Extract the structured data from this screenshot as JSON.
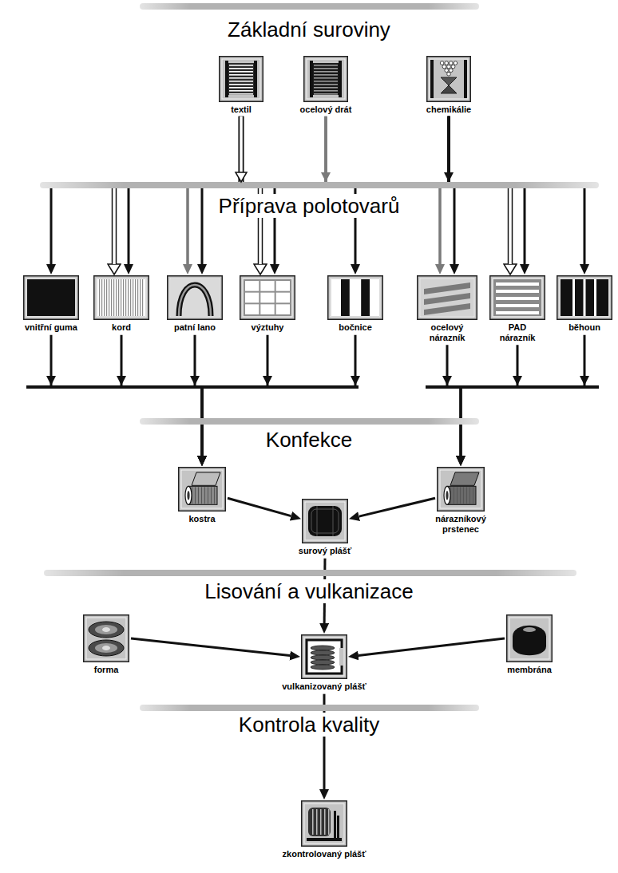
{
  "diagram": {
    "nodes": [
      {
        "text": [
          "textil"
        ]
      },
      {
        "text": [
          "ocelový drát"
        ]
      },
      {
        "text": [
          "chemikálie"
        ]
      },
      {
        "text": [
          "vnitřní guma"
        ]
      },
      {
        "text": [
          "kord"
        ]
      },
      {
        "text": [
          "patní lano"
        ]
      },
      {
        "text": [
          "výztuhy"
        ]
      },
      {
        "text": [
          "bočnice"
        ]
      },
      {
        "text": [
          "ocelový nárazník"
        ]
      },
      {
        "text": [
          "PAD nárazník"
        ]
      },
      {
        "text": [
          "běhoun"
        ]
      },
      {
        "text": [
          "kostra"
        ]
      },
      {
        "text": [
          "nárazníkový prstenec"
        ]
      },
      {
        "text": [
          "surový plášť"
        ]
      },
      {
        "text": [
          "forma"
        ]
      },
      {
        "text": [
          "membrána"
        ]
      },
      {
        "text": [
          "vulkanizovaný plášť"
        ]
      },
      {
        "text": [
          "zkontrolovaný plášť"
        ]
      }
    ],
    "edges": [
      {
        "from": 0,
        "to": 4,
        "arrow": "to"
      },
      {
        "from": 0,
        "to": 6,
        "arrow": "to"
      },
      {
        "from": 0,
        "to": 9,
        "arrow": "to"
      },
      {
        "from": 1,
        "to": 5,
        "arrow": "to"
      },
      {
        "from": 1,
        "to": 8,
        "arrow": "to"
      },
      {
        "from": 2,
        "to": 3,
        "arrow": "to"
      },
      {
        "from": 2,
        "to": 4,
        "arrow": "to"
      },
      {
        "from": 2,
        "to": 5,
        "arrow": "to"
      },
      {
        "from": 2,
        "to": 6,
        "arrow": "to"
      },
      {
        "from": 2,
        "to": 7,
        "arrow": "to"
      },
      {
        "from": 2,
        "to": 8,
        "arrow": "to"
      },
      {
        "from": 2,
        "to": 9,
        "arrow": "to"
      },
      {
        "from": 2,
        "to": 10,
        "arrow": "to"
      },
      {
        "from": 3,
        "to": 11,
        "arrow": "to"
      },
      {
        "from": 4,
        "to": 11,
        "arrow": "to"
      },
      {
        "from": 5,
        "to": 11,
        "arrow": "to"
      },
      {
        "from": 6,
        "to": 11,
        "arrow": "to"
      },
      {
        "from": 7,
        "to": 11,
        "arrow": "to"
      },
      {
        "from": 8,
        "to": 12,
        "arrow": "to"
      },
      {
        "from": 9,
        "to": 12,
        "arrow": "to"
      },
      {
        "from": 10,
        "to": 12,
        "arrow": "to"
      },
      {
        "from": 11,
        "to": 13,
        "arrow": "to"
      },
      {
        "from": 12,
        "to": 13,
        "arrow": "to"
      },
      {
        "from": 13,
        "to": 16,
        "arrow": "to"
      },
      {
        "from": 14,
        "to": 16,
        "arrow": "to"
      },
      {
        "from": 15,
        "to": 16,
        "arrow": "to"
      },
      {
        "from": 16,
        "to": 17,
        "arrow": "to"
      }
    ],
    "labels": [
      "Základní suroviny",
      "Příprava polotovarů",
      "Konfekce",
      "Lisování a vulkanizace",
      "Kontrola kvality"
    ]
  }
}
